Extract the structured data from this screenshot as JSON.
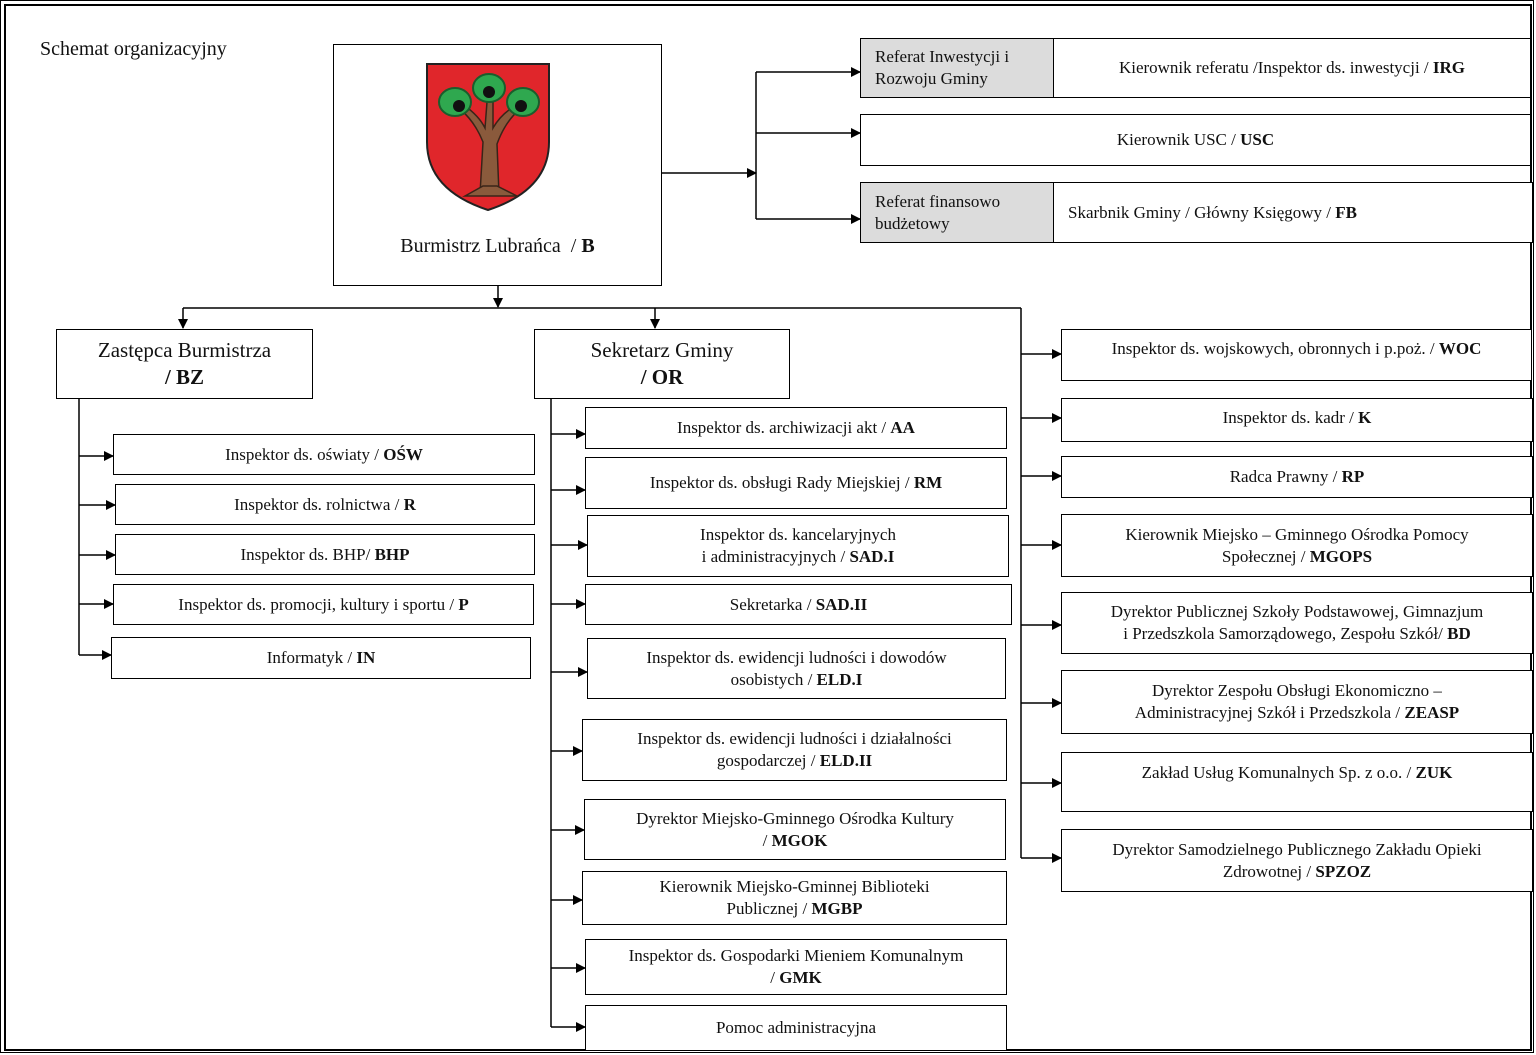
{
  "title": "Schemat organizacyjny",
  "mayor": {
    "name": "Burmistrz Lubrańca",
    "code": "B"
  },
  "top_right": [
    {
      "unit": "Referat Inwestycji i Rozwoju Gminy",
      "name": "Kierownik referatu /Inspektor ds. inwestycji /",
      "code": "IRG"
    },
    {
      "name": "Kierownik USC  /",
      "code": "USC"
    },
    {
      "unit": "Referat finansowo budżetowy",
      "name": "Skarbnik Gminy / Główny Księgowy  /",
      "code": "FB"
    }
  ],
  "deputy": {
    "name": "Zastępca Burmistrza",
    "code": "/ BZ"
  },
  "secretary": {
    "name": "Sekretarz Gminy",
    "code": "/ OR"
  },
  "deputy_items": [
    {
      "name": "Inspektor ds. oświaty /",
      "code": "OŚW"
    },
    {
      "name": "Inspektor ds.  rolnictwa /",
      "code": "R"
    },
    {
      "name": "Inspektor ds. BHP/",
      "code": "BHP"
    },
    {
      "name": "Inspektor ds. promocji, kultury i sportu /",
      "code": "P"
    },
    {
      "name": "Informatyk /",
      "code": "IN"
    }
  ],
  "secretary_items": [
    {
      "l1": "Inspektor ds. archiwizacji akt  /",
      "code": "AA"
    },
    {
      "l1": "Inspektor ds. obsługi Rady Miejskiej /",
      "code": "RM"
    },
    {
      "l1": "Inspektor ds. kancelaryjnych",
      "l2": "i administracyjnych  /",
      "code": "SAD.I"
    },
    {
      "l1": "Sekretarka /",
      "code": "SAD.II"
    },
    {
      "l1": "Inspektor ds. ewidencji ludności i dowodów",
      "l2": "osobistych /",
      "code": "ELD.I"
    },
    {
      "l1": "Inspektor ds. ewidencji ludności i działalności",
      "l2": "gospodarczej /",
      "code": "ELD.II"
    },
    {
      "l1": "Dyrektor Miejsko-Gminnego Ośrodka Kultury",
      "l2": "/",
      "code": "MGOK"
    },
    {
      "l1": "Kierownik Miejsko-Gminnej Biblioteki",
      "l2": "Publicznej  /",
      "code": "MGBP"
    },
    {
      "l1": "Inspektor ds. Gospodarki Mieniem Komunalnym",
      "l2": "/",
      "code": "GMK"
    },
    {
      "l1": "Pomoc administracyjna",
      "code": ""
    }
  ],
  "right_items": [
    {
      "l1": "Inspektor ds. wojskowych, obronnych i p.poż.  /",
      "code": "WOC"
    },
    {
      "l1": "Inspektor ds. kadr  /",
      "code": "K"
    },
    {
      "l1": "Radca Prawny /",
      "code": "RP"
    },
    {
      "l1": "Kierownik Miejsko – Gminnego Ośrodka Pomocy",
      "l2": "Społecznej /",
      "code": "MGOPS"
    },
    {
      "l1": "Dyrektor Publicznej Szkoły Podstawowej, Gimnazjum",
      "l2": "i Przedszkola Samorządowego, Zespołu  Szkół/",
      "code": "BD"
    },
    {
      "l1": "Dyrektor Zespołu Obsługi Ekonomiczno –",
      "l2": "Administracyjnej Szkół i Przedszkola /",
      "code": "ZEASP"
    },
    {
      "l1": "Zakład Usług Komunalnych Sp. z o.o. /",
      "code": "ZUK"
    },
    {
      "l1": "Dyrektor Samodzielnego Publicznego Zakładu Opieki",
      "l2": "Zdrowotnej /",
      "code": "SPZOZ"
    }
  ],
  "colors": {
    "crest_red": "#e0262b",
    "tree_brown": "#8a5a3c",
    "leaf_green": "#2fa84f",
    "unit_gray": "#dcdcdc"
  }
}
